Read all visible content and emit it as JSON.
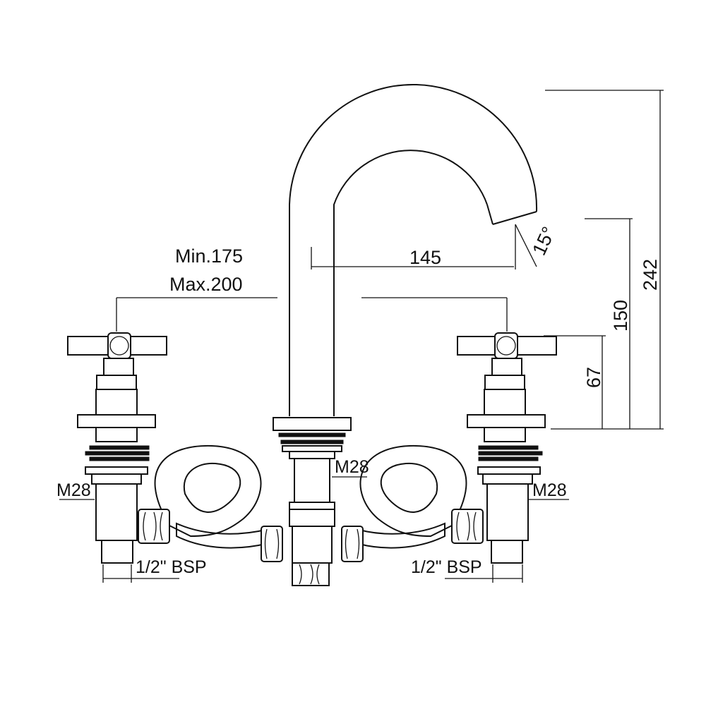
{
  "dimensions": {
    "spread_min": "Min.175",
    "spread_max": "Max.200",
    "spout_reach": "145",
    "spout_angle": "15°",
    "total_height": "242",
    "spout_height": "150",
    "handle_height": "67"
  },
  "labels": {
    "thread_left": "M28",
    "thread_center": "M28",
    "thread_right": "M28",
    "inlet_left": "1/2\" BSP",
    "inlet_right": "1/2\" BSP"
  },
  "colors": {
    "line": "#111111",
    "background": "#ffffff"
  }
}
